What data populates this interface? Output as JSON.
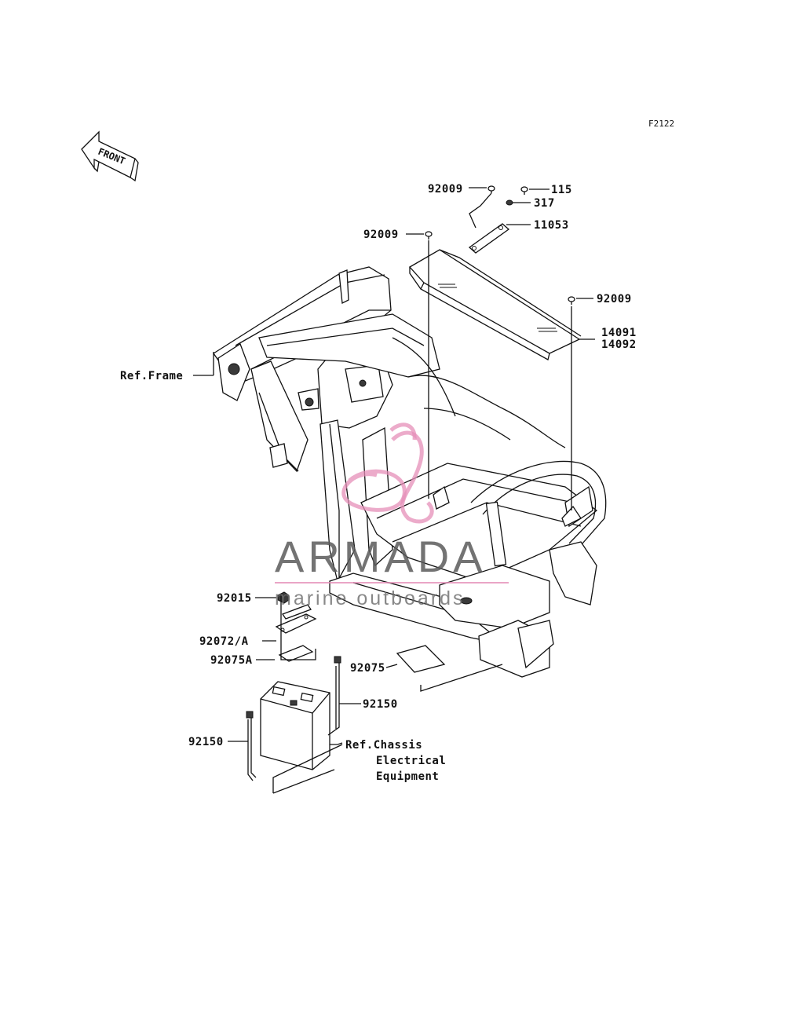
{
  "figure_code": "F2122",
  "front_marker": "FRONT",
  "watermark": {
    "brand": "ARMADA",
    "tagline": "marine outboards",
    "accent_color": "#e58fb8"
  },
  "labels": {
    "p92009_top": "92009",
    "p115": "115",
    "p317": "317",
    "p92009_mid": "92009",
    "p11053": "11053",
    "p92009_right": "92009",
    "p14091": "14091",
    "p14092": "14092",
    "ref_frame": "Ref.Frame",
    "p92015": "92015",
    "p92072A": "92072/A",
    "p92075A": "92075A",
    "p92075": "92075",
    "p92150_right": "92150",
    "p92150_left": "92150",
    "ref_chassis_1": "Ref.Chassis",
    "ref_chassis_2": "Electrical",
    "ref_chassis_3": "Equipment"
  },
  "colors": {
    "line": "#111111",
    "background": "#ffffff"
  }
}
